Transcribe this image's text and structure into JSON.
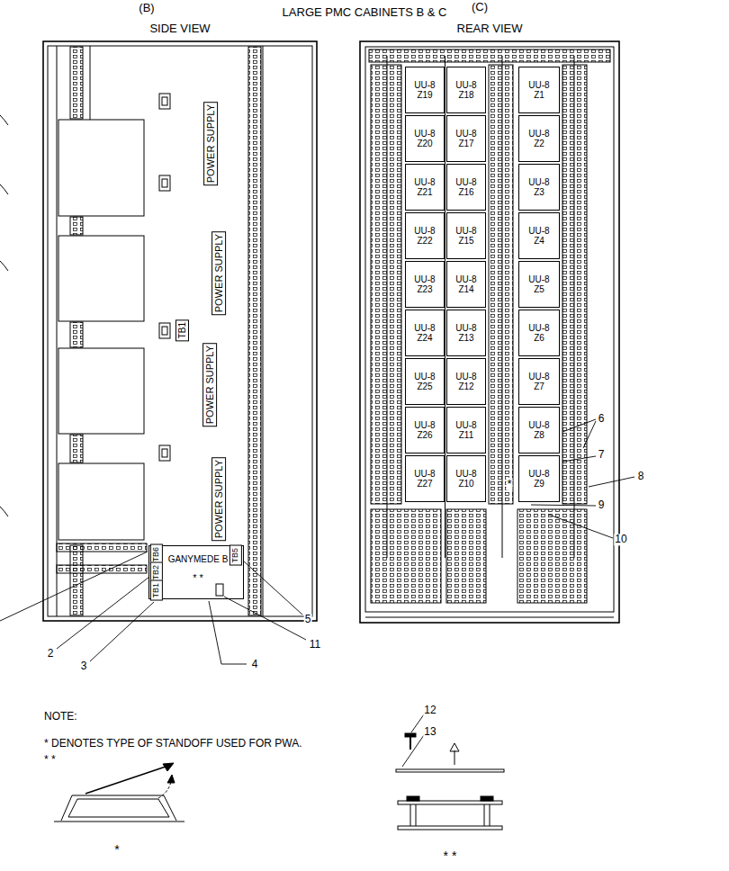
{
  "diagram": {
    "title": "LARGE PMC CABINETS B & C",
    "nodes": [
      {
        "text": [
          "SIDE VIEW"
        ]
      },
      {
        "text": [
          "POWER SUPPLY"
        ],
        "in": 0
      },
      {
        "text": [
          "POWER SUPPLY"
        ],
        "in": 0
      },
      {
        "text": [
          "POWER SUPPLY"
        ],
        "in": 0
      },
      {
        "text": [
          "POWER SUPPLY"
        ],
        "in": 0
      },
      {
        "text": [
          "TB1"
        ],
        "in": 0
      },
      {
        "text": [
          "GANYMEDE B",
          "* *"
        ],
        "in": 0
      },
      {
        "text": [
          "TB6"
        ],
        "in": 6
      },
      {
        "text": [
          "TB5"
        ],
        "in": 6
      },
      {
        "text": [
          "TB2"
        ],
        "in": 6
      },
      {
        "text": [
          "TB1"
        ],
        "in": 6
      },
      {
        "text": [
          "REAR VIEW"
        ]
      },
      {
        "text": [
          "UU-8 Z19"
        ],
        "in": 11
      },
      {
        "text": [
          "UU-8 Z18"
        ],
        "in": 11
      },
      {
        "text": [
          "UU-8 Z1"
        ],
        "in": 11
      },
      {
        "text": [
          "UU-8 Z20"
        ],
        "in": 11
      },
      {
        "text": [
          "UU-8 Z17"
        ],
        "in": 11
      },
      {
        "text": [
          "UU-8 Z2"
        ],
        "in": 11
      },
      {
        "text": [
          "UU-8 Z21"
        ],
        "in": 11
      },
      {
        "text": [
          "UU-8 Z16"
        ],
        "in": 11
      },
      {
        "text": [
          "UU-8 Z3"
        ],
        "in": 11
      },
      {
        "text": [
          "UU-8 Z22"
        ],
        "in": 11
      },
      {
        "text": [
          "UU-8 Z15"
        ],
        "in": 11
      },
      {
        "text": [
          "UU-8 Z4"
        ],
        "in": 11
      },
      {
        "text": [
          "UU-8 Z23"
        ],
        "in": 11
      },
      {
        "text": [
          "UU-8 Z14"
        ],
        "in": 11
      },
      {
        "text": [
          "UU-8 Z5"
        ],
        "in": 11
      },
      {
        "text": [
          "UU-8 Z24"
        ],
        "in": 11
      },
      {
        "text": [
          "UU-8 Z13"
        ],
        "in": 11
      },
      {
        "text": [
          "UU-8 Z6"
        ],
        "in": 11
      },
      {
        "text": [
          "UU-8 Z25"
        ],
        "in": 11
      },
      {
        "text": [
          "UU-8 Z12"
        ],
        "in": 11
      },
      {
        "text": [
          "UU-8 Z7"
        ],
        "in": 11
      },
      {
        "text": [
          "UU-8 Z26"
        ],
        "in": 11
      },
      {
        "text": [
          "UU-8 Z11"
        ],
        "in": 11
      },
      {
        "text": [
          "UU-8 Z8"
        ],
        "in": 11
      },
      {
        "text": [
          "UU-8 Z27"
        ],
        "in": 11
      },
      {
        "text": [
          "UU-8 Z10"
        ],
        "in": 11
      },
      {
        "text": [
          "UU-8 Z9"
        ],
        "in": 11
      }
    ],
    "labels": [
      "(B)",
      "(C)",
      "2",
      "3",
      "4",
      "5",
      "11",
      "6",
      "7",
      "*",
      "8",
      "9",
      "10",
      "NOTE:",
      "* DENOTES TYPE OF STANDOFF USED FOR PWA.",
      "* *",
      "*",
      "12",
      "13",
      "* *"
    ]
  }
}
